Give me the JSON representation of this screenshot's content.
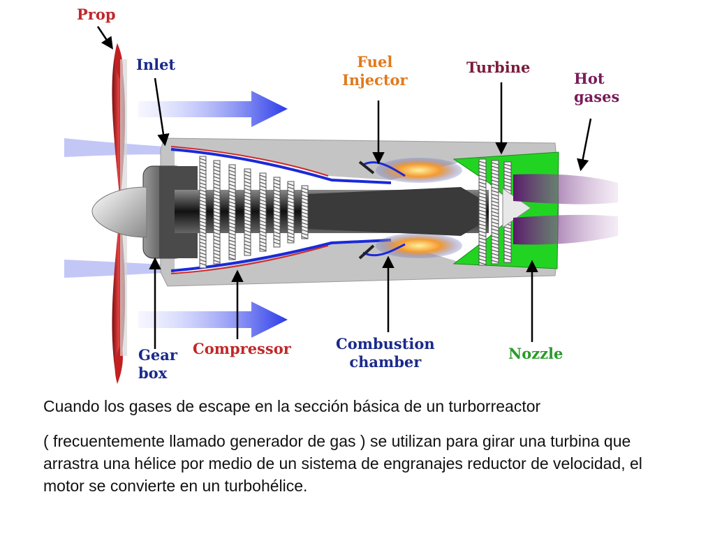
{
  "labels": {
    "prop": "Prop",
    "inlet": "Inlet",
    "fuel_injector": "Fuel\nInjector",
    "turbine": "Turbine",
    "hot_gases": "Hot\ngases",
    "gear_box": "Gear\nbox",
    "compressor": "Compressor",
    "combustion_chamber": "Combustion\nchamber",
    "nozzle": "Nozzle"
  },
  "colors": {
    "prop": "#c0282a",
    "inlet": "#1a2a8a",
    "fuel_injector": "#e07a1c",
    "turbine": "#7a1c3a",
    "hot_gases": "#7a1c5a",
    "gear_box": "#1a2a8a",
    "compressor": "#c0282a",
    "combustion_chamber": "#1a2a8a",
    "nozzle": "#2a9a2a",
    "airflow_arrow": "#2a3ae8"
  },
  "caption": {
    "line1": "Cuando los gases de escape en la sección básica de un turborreactor",
    "paragraph": "( frecuentemente llamado generador de gas ) se utilizan para girar una turbina que arrastra una hélice por medio de un sistema de engranajes reductor de velocidad, el motor se convierte en un turbohélice."
  }
}
